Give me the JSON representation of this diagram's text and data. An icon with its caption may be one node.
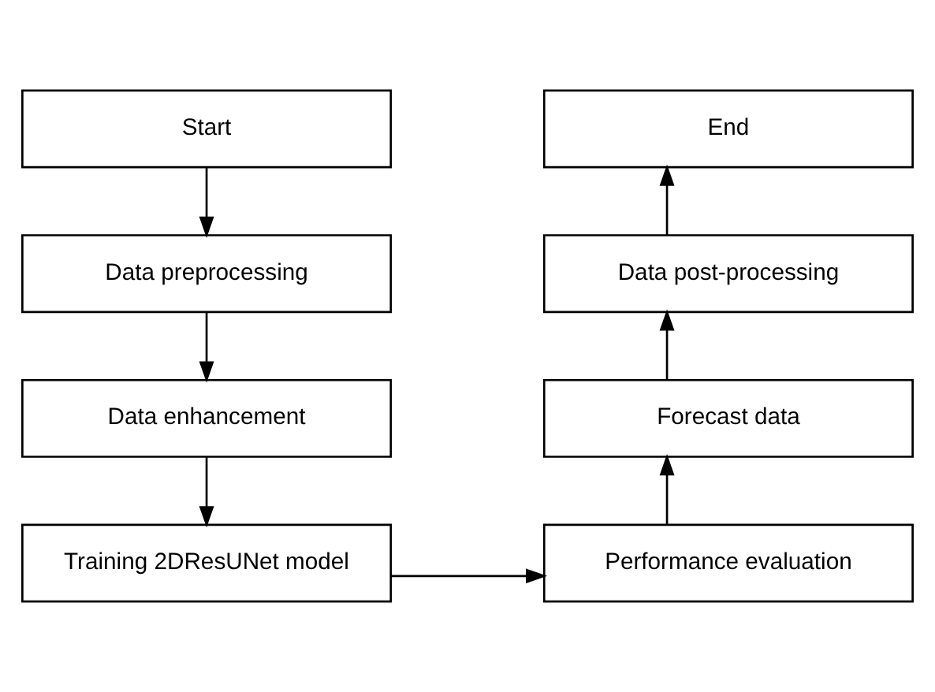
{
  "diagram": {
    "nodes": [
      {
        "text": [
          "Start"
        ]
      },
      {
        "text": [
          "Data preprocessing"
        ]
      },
      {
        "text": [
          "Data enhancement"
        ]
      },
      {
        "text": [
          "Training 2DResUNet model"
        ]
      },
      {
        "text": [
          "Performance evaluation"
        ]
      },
      {
        "text": [
          "Forecast data"
        ]
      },
      {
        "text": [
          "Data post-processing"
        ]
      },
      {
        "text": [
          "End"
        ]
      }
    ],
    "edges": [
      {
        "from": 0,
        "to": 1,
        "arrow": "to"
      },
      {
        "from": 1,
        "to": 2,
        "arrow": "to"
      },
      {
        "from": 2,
        "to": 3,
        "arrow": "to"
      },
      {
        "from": 3,
        "to": 4,
        "arrow": "to"
      },
      {
        "from": 4,
        "to": 5,
        "arrow": "to"
      },
      {
        "from": 5,
        "to": 6,
        "arrow": "to"
      },
      {
        "from": 6,
        "to": 7,
        "arrow": "to"
      }
    ]
  }
}
